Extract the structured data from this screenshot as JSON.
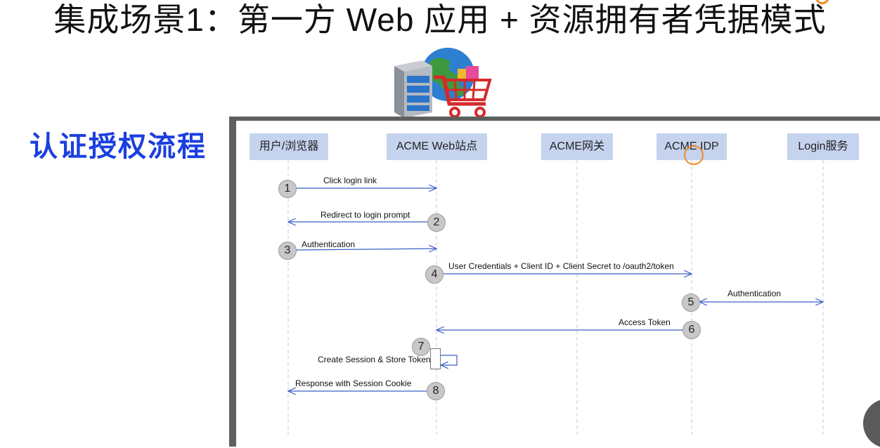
{
  "title": "集成场景1：第一方 Web 应用 + 资源拥有者凭据模式",
  "side_heading": "认证授权流程",
  "illustration": {
    "icon_names": [
      "server-icon",
      "globe-icon",
      "shopping-cart-icon"
    ]
  },
  "lifelines": [
    {
      "id": "browser",
      "label": "用户/浏览器"
    },
    {
      "id": "web",
      "label": "ACME Web站点"
    },
    {
      "id": "gateway",
      "label": "ACME网关"
    },
    {
      "id": "idp",
      "label": "ACME IDP"
    },
    {
      "id": "login",
      "label": "Login服务"
    }
  ],
  "messages": [
    {
      "step": "1",
      "label": "Click login link"
    },
    {
      "step": "2",
      "label": "Redirect to login prompt"
    },
    {
      "step": "3",
      "label": "Authentication"
    },
    {
      "step": "4",
      "label": "User Credentials + Client ID + Client Secret to /oauth2/token"
    },
    {
      "step": "5",
      "label": "Authentication"
    },
    {
      "step": "6",
      "label": "Access Token"
    },
    {
      "step": "7",
      "label": "Create Session & Store Token"
    },
    {
      "step": "8",
      "label": "Response with  Session Cookie"
    }
  ],
  "colors": {
    "lifeline_box": "#c5d3ee",
    "arrow": "#3a5fc8",
    "heading": "#1a3fe0",
    "highlight": "#f08a24"
  }
}
